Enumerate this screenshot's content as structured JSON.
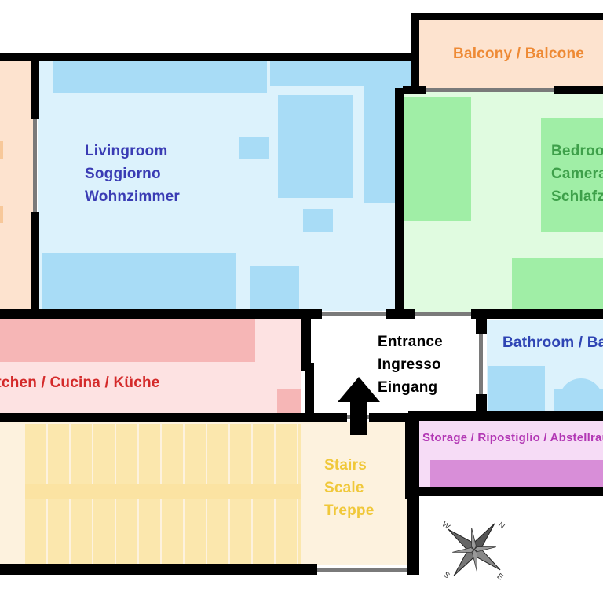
{
  "colors": {
    "living_text": "#3a3cb4",
    "bedroom_text": "#3ea04a",
    "balcony_text": "#ee8a35",
    "kitchen_text": "#d42a2a",
    "stairs_text": "#f0c83a",
    "storage_text": "#b237b4",
    "bathroom_text": "#2f45b4",
    "entrance_text": "#000000"
  },
  "rooms": {
    "balcony": {
      "label": "Balcony  /  Balcone"
    },
    "livingroom": {
      "lines": [
        "Livingroom",
        "Soggiorno",
        "Wohnzimmer"
      ]
    },
    "bedroom": {
      "lines": [
        "Bedroom",
        "Camera",
        "Schlafzimmer"
      ]
    },
    "kitchen": {
      "label": "Kitchen  /  Cucina  /  Küche"
    },
    "entrance": {
      "lines": [
        "Entrance",
        "Ingresso",
        "Eingang"
      ]
    },
    "bathroom": {
      "label": "Bathroom  /  Bagno"
    },
    "storage": {
      "label": "Storage  /  Ripostiglio  /  Abstellraum"
    },
    "stairs": {
      "lines": [
        "Stairs",
        "Scale",
        "Treppe"
      ]
    }
  },
  "compass": {
    "n": "N",
    "e": "E",
    "s": "S",
    "w": "W"
  }
}
